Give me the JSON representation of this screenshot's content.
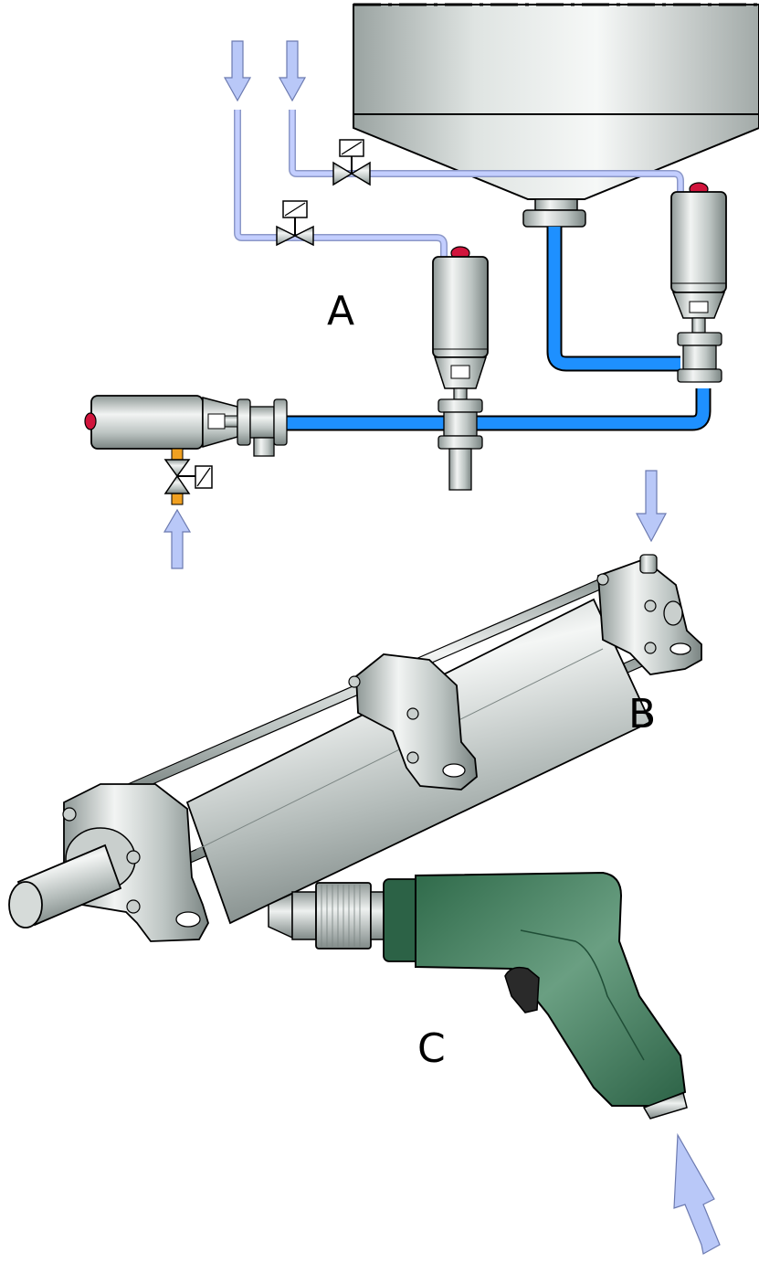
{
  "labels": {
    "a": "A",
    "b": "B",
    "c": "C"
  },
  "colors": {
    "air_line": "#b7c3ef",
    "air_arrow": "#b9c8f8",
    "liquid_line": "#1e90ff",
    "steel_light": "#eef1f0",
    "steel_mid": "#b9c1bf",
    "steel_dark": "#7d8785",
    "indicator_red": "#d1143c",
    "orange_pipe": "#f0a020",
    "drill_green": "#3f7a5a",
    "drill_dark": "#1f4d36"
  },
  "icons": {
    "valve": "solenoid-valve-icon",
    "arrow": "air-flow-arrow-icon"
  }
}
